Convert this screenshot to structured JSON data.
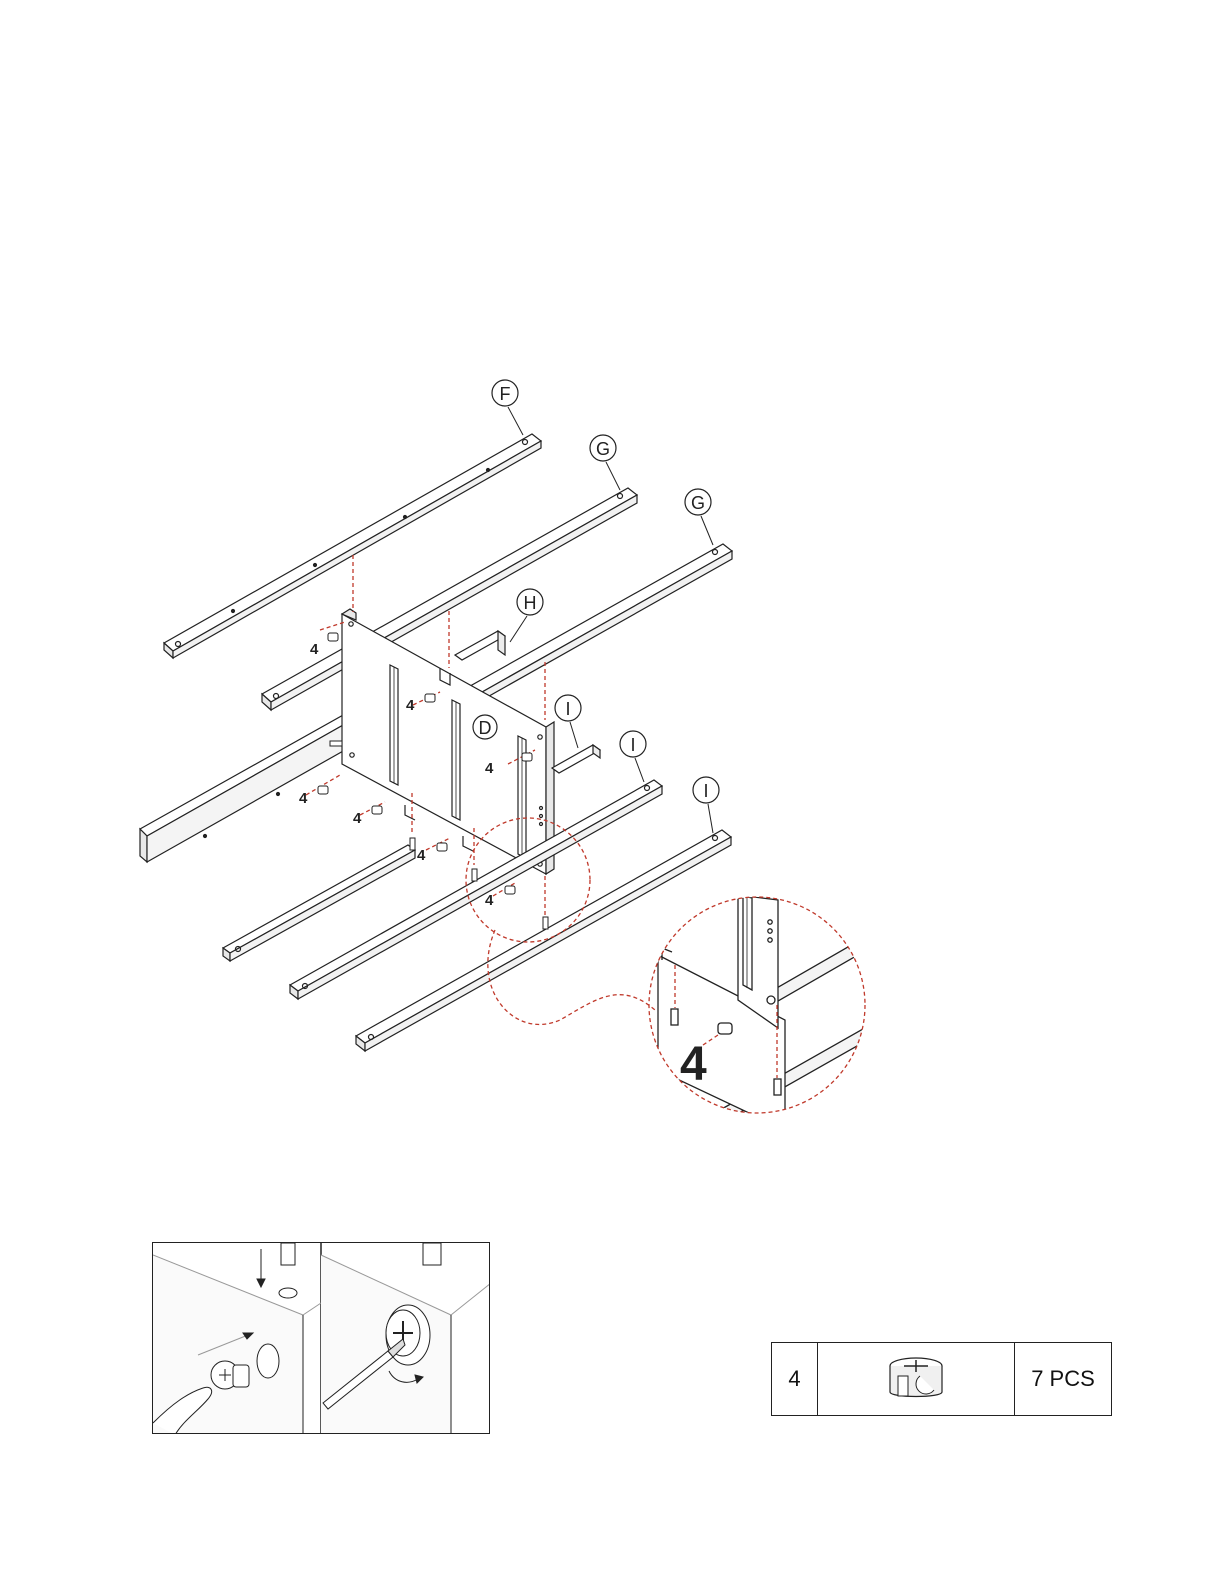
{
  "part_labels": {
    "f": "F",
    "g1": "G",
    "g2": "G",
    "h": "H",
    "i1": "I",
    "i2": "I",
    "i3": "I",
    "d": "D"
  },
  "hardware_callouts": [
    "4",
    "4",
    "4",
    "4",
    "4",
    "4",
    "4"
  ],
  "detail_callout_qty": "4",
  "parts_table": {
    "code": "4",
    "icon": "cam-lock-icon",
    "quantity": "7 PCS"
  },
  "colors": {
    "line": "#222222",
    "dashed": "#c0392b"
  }
}
